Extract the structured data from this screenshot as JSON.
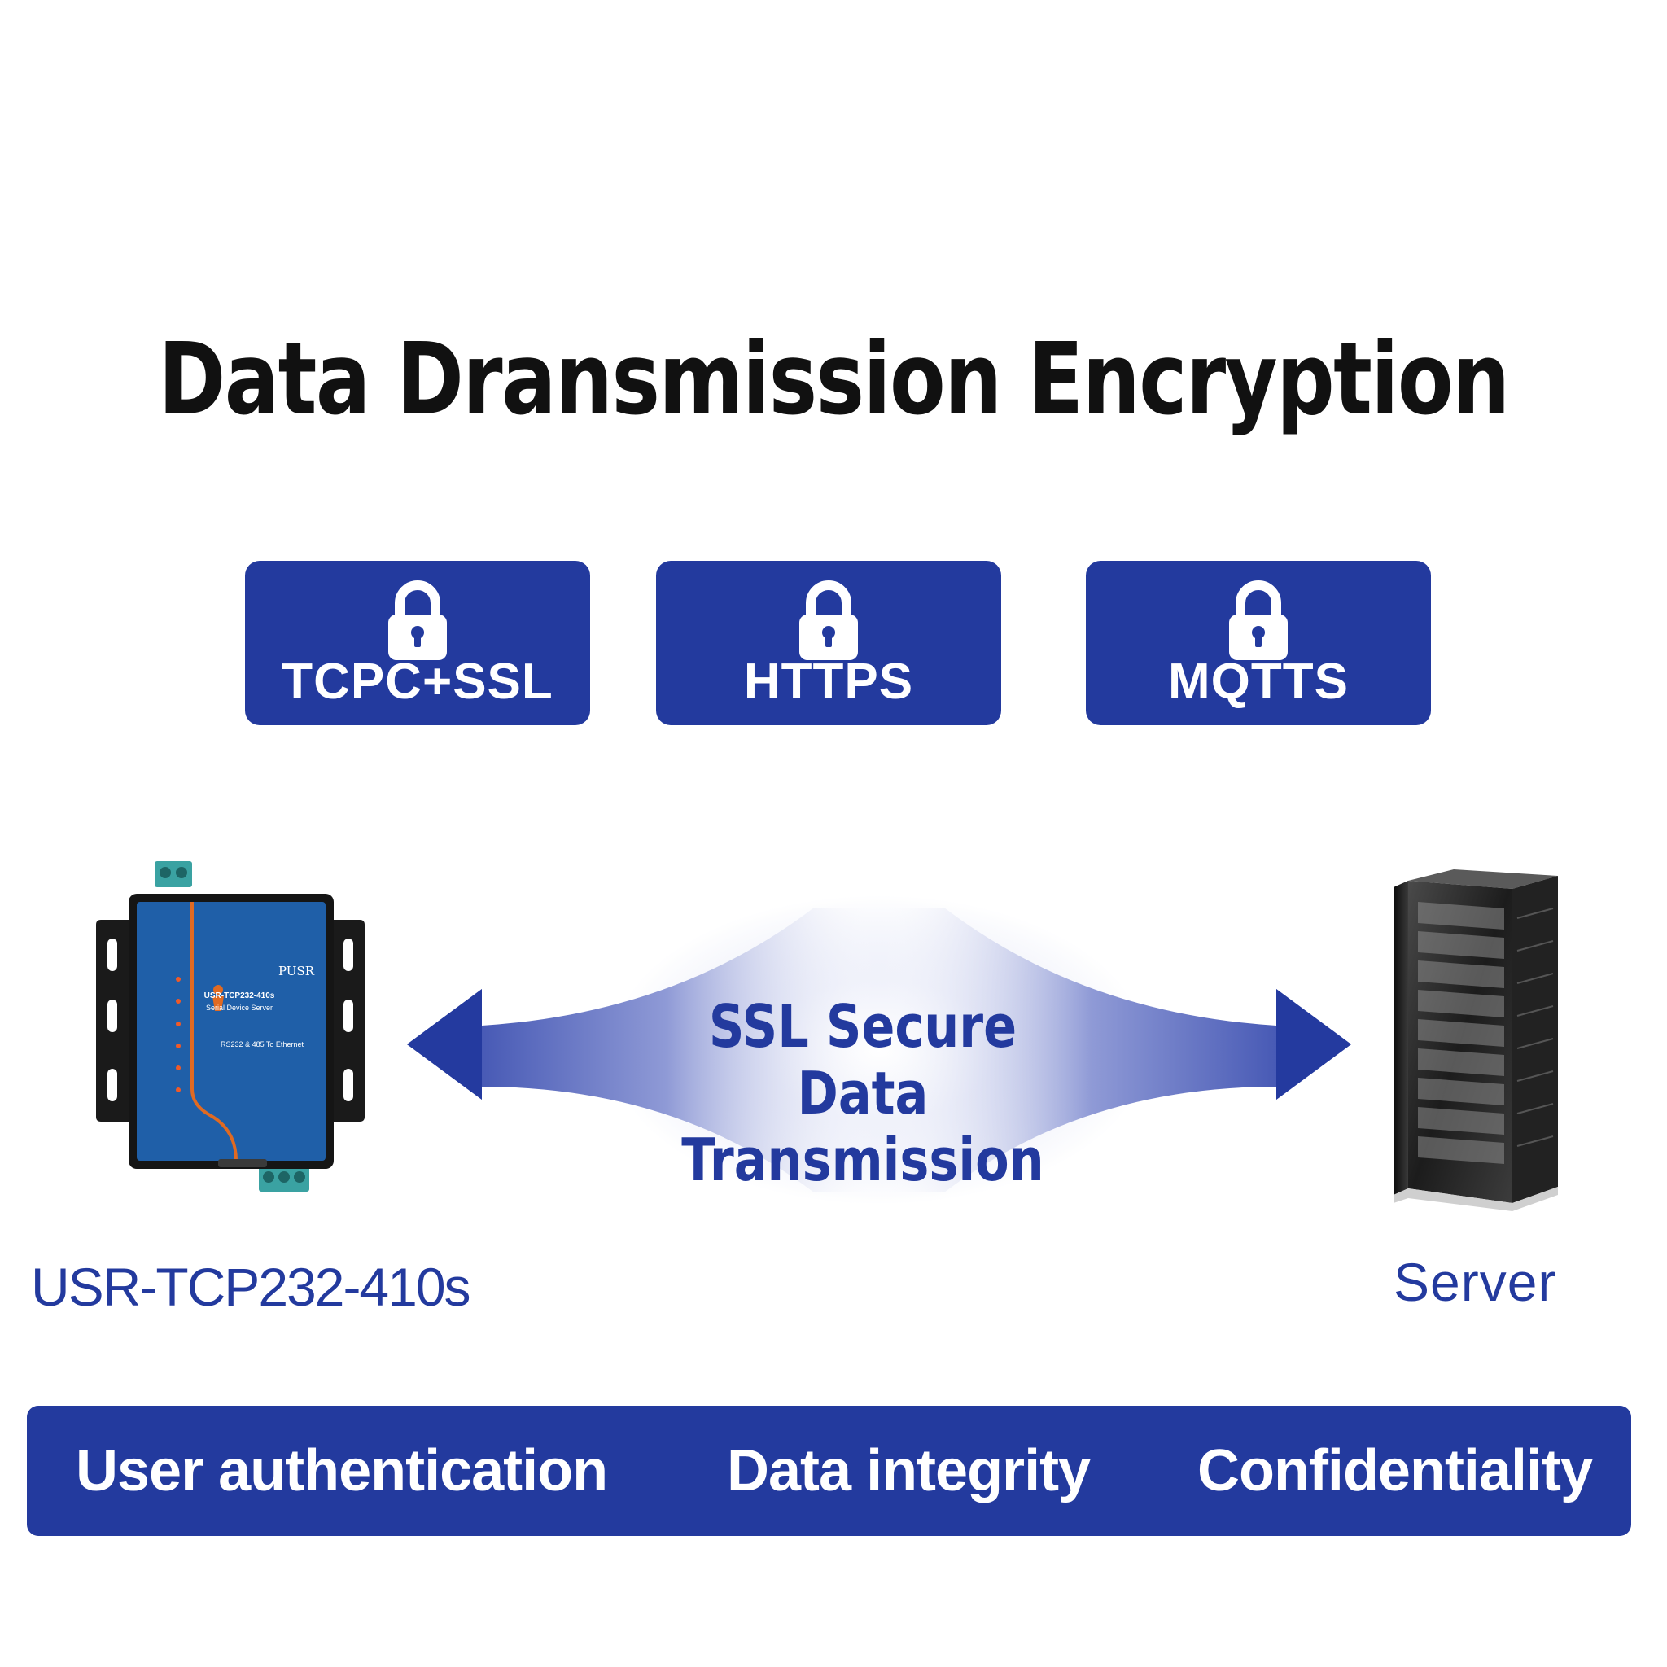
{
  "title": "Data Dransmission Encryption",
  "protocols": [
    {
      "label": "TCPC+SSL",
      "icon": "lock-icon"
    },
    {
      "label": "HTTPS",
      "icon": "lock-icon"
    },
    {
      "label": "MQTTS",
      "icon": "lock-icon"
    }
  ],
  "transmission": {
    "line1": "SSL Secure Data",
    "line2": "Transmission"
  },
  "device": {
    "caption": "USR-TCP232-410s",
    "brand": "PUSR",
    "model": "USR-TCP232-410s",
    "subtitle": "Serial Device Server",
    "desc": "RS232 & 485 To Ethernet"
  },
  "server": {
    "caption": "Server"
  },
  "features": [
    "User authentication",
    "Data integrity",
    "Confidentiality"
  ],
  "colors": {
    "brand_blue": "#233a9e",
    "title_black": "#111111",
    "background": "#ffffff",
    "device_orange": "#e06a22",
    "terminal_teal": "#3aa2a2"
  }
}
